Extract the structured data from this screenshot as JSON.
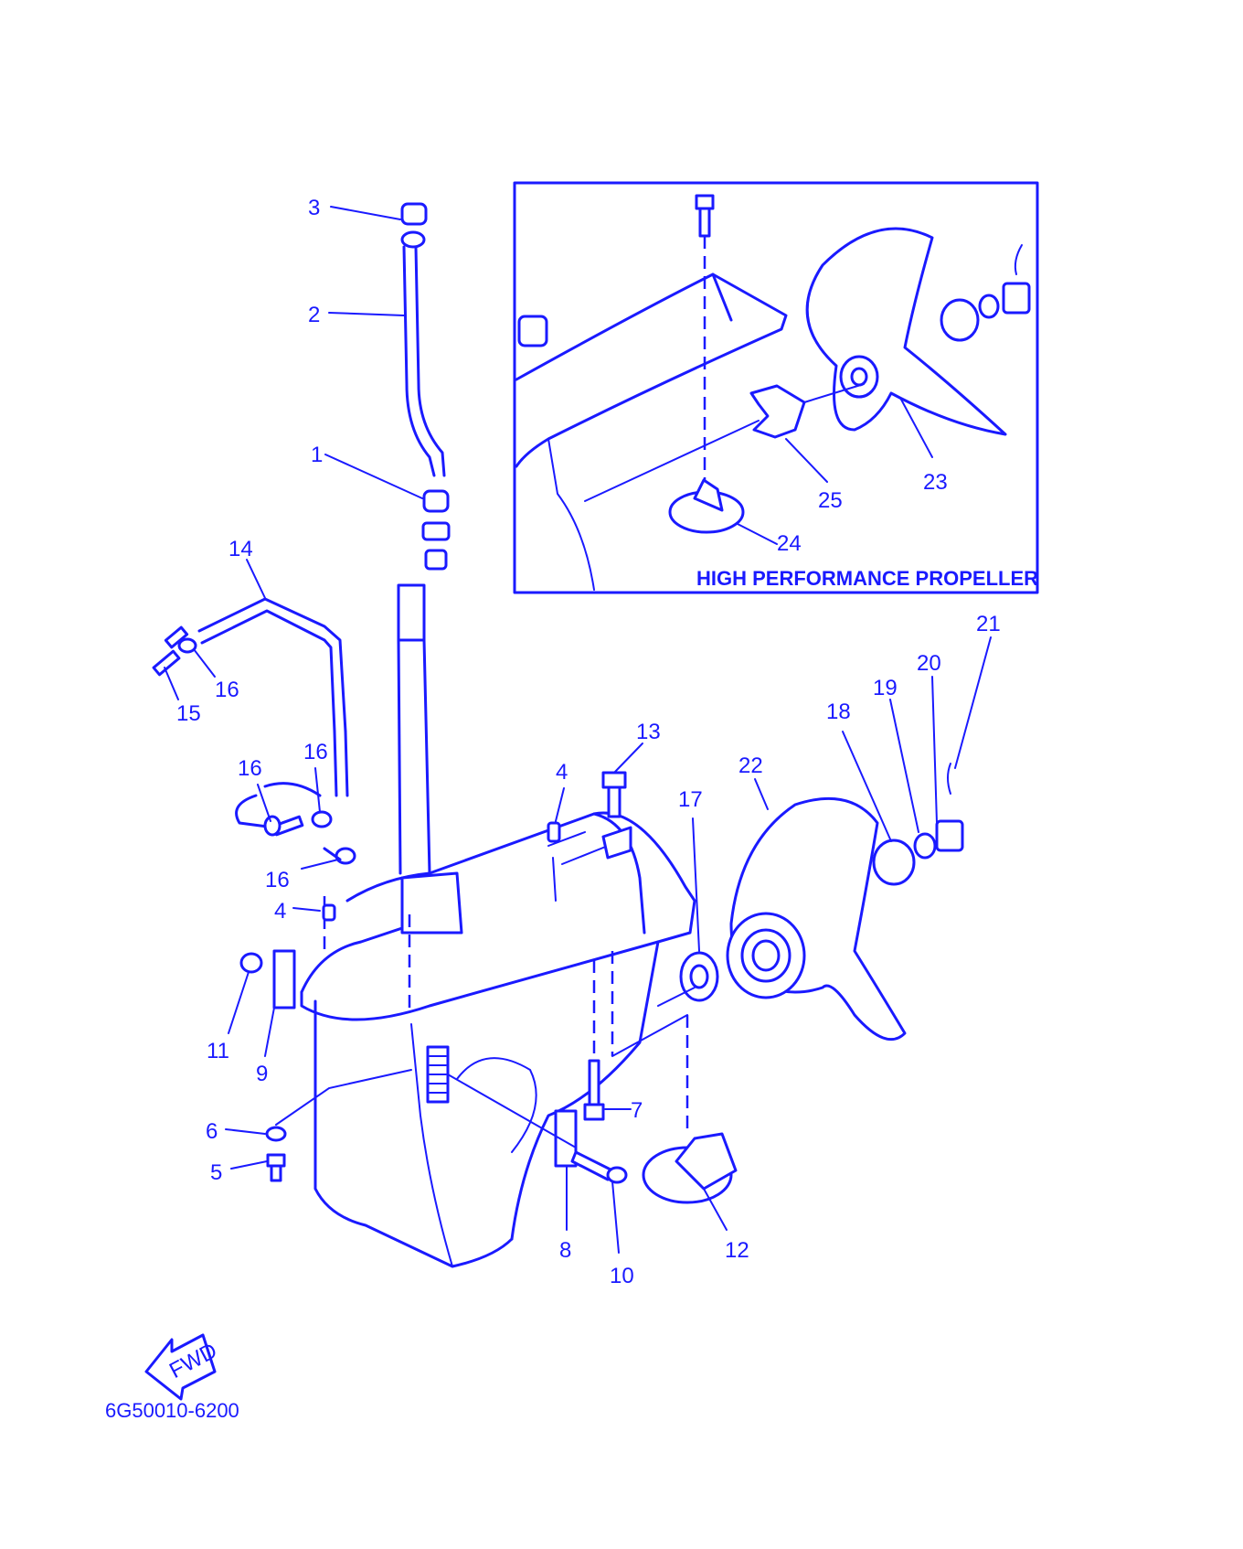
{
  "callouts": [
    {
      "text": "3"
    },
    {
      "text": "2"
    },
    {
      "text": "1"
    },
    {
      "text": "14"
    },
    {
      "text": "16"
    },
    {
      "text": "15"
    },
    {
      "text": "16"
    },
    {
      "text": "16"
    },
    {
      "text": "16"
    },
    {
      "text": "4"
    },
    {
      "text": "4"
    },
    {
      "text": "13"
    },
    {
      "text": "17"
    },
    {
      "text": "22"
    },
    {
      "text": "18"
    },
    {
      "text": "19"
    },
    {
      "text": "20"
    },
    {
      "text": "21"
    },
    {
      "text": "11"
    },
    {
      "text": "9"
    },
    {
      "text": "6"
    },
    {
      "text": "5"
    },
    {
      "text": "7"
    },
    {
      "text": "8"
    },
    {
      "text": "10"
    },
    {
      "text": "12"
    },
    {
      "text": "23"
    },
    {
      "text": "25"
    },
    {
      "text": "24"
    }
  ],
  "inset": {
    "title": "HIGH PERFORMANCE PROPELLER"
  },
  "fwd_label": "FWD",
  "diagram_code": "6G50010-6200",
  "colors": {
    "ink": "#1a1aff",
    "background": "#ffffff"
  }
}
